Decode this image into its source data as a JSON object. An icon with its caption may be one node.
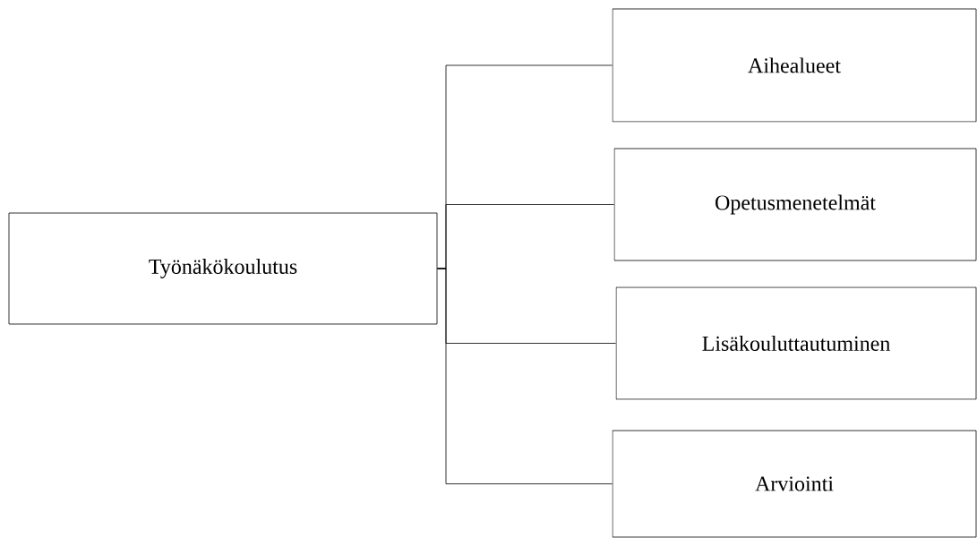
{
  "diagram": {
    "nodes": [
      {
        "text": [
          "Työnäkökoulutus"
        ]
      },
      {
        "text": [
          "Aihealueet"
        ]
      },
      {
        "text": [
          "Opetusmenetelmät"
        ]
      },
      {
        "text": [
          "Lisäkouluttautuminen"
        ]
      },
      {
        "text": [
          "Arviointi"
        ]
      }
    ],
    "edges": [
      {
        "from": 0,
        "to": 1,
        "arrow": "none"
      },
      {
        "from": 0,
        "to": 2,
        "arrow": "none"
      },
      {
        "from": 0,
        "to": 3,
        "arrow": "none"
      },
      {
        "from": 0,
        "to": 4,
        "arrow": "none"
      }
    ]
  }
}
